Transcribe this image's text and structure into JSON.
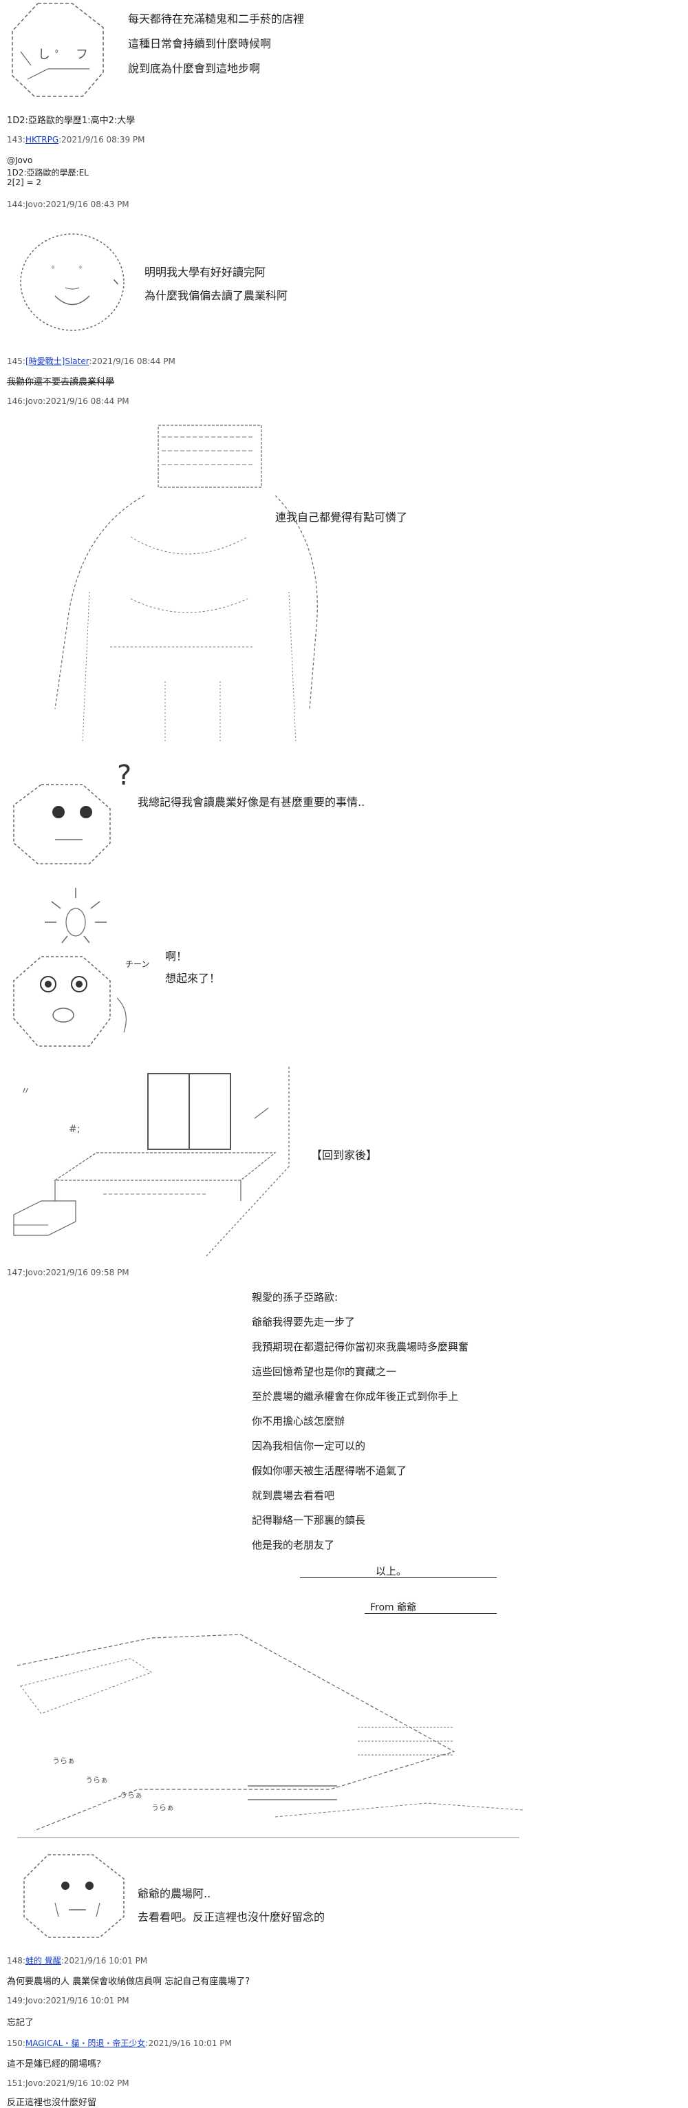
{
  "scene1": {
    "lines": [
      "每天都待在充滿糙鬼和二手菸的店裡",
      "這種日常會持續到什麼時候啊",
      "說到底為什麼會到這地步啊"
    ]
  },
  "thread": {
    "p142_body": "1D2:亞路歐的學歷1:高中2:大學",
    "p143": {
      "num": "143:",
      "name": "HKTRPG",
      "date": "2021/9/16 08:39 PM",
      "body1": "@Jovo",
      "body2": "1D2:亞路歐的學歷:EL",
      "body3": "2[2] = 2"
    },
    "p144": {
      "num": "144:",
      "name": "Jovo",
      "date": "2021/9/16 08:43 PM"
    },
    "p145": {
      "num": "145:",
      "name": "[時愛戰士]Slater",
      "date": "2021/9/16 08:44 PM",
      "body": "我勸你還不要去讀農業科學"
    },
    "p146": {
      "num": "146:",
      "name": "Jovo",
      "date": "2021/9/16 08:44 PM"
    },
    "p147": {
      "num": "147:",
      "name": "Jovo",
      "date": "2021/9/16 09:58 PM"
    },
    "p148": {
      "num": "148:",
      "name": "蛙的 覺醒",
      "date": "2021/9/16 10:01 PM",
      "body": "為何要農場的人 農業保會收納做店員啊 忘記自己有座農場了?"
    },
    "p149": {
      "num": "149:",
      "name": "Jovo",
      "date": "2021/9/16 10:01 PM",
      "body": "忘記了"
    },
    "p150": {
      "num": "150:",
      "name": "MAGICAL・貓・閃退・帝王少女",
      "date": "2021/9/16 10:01 PM",
      "body": "這不是嬸已經的閒場嗎？"
    },
    "p151": {
      "num": "151:",
      "name": "Jovo",
      "date": "2021/9/16 10:02 PM",
      "body": "反正這裡也沒什麼好留"
    }
  },
  "scene2": {
    "lines": [
      "明明我大學有好好讀完阿",
      "為什麼我偏偏去讀了農業科阿"
    ]
  },
  "scene3": {
    "line": "連我自己都覺得有點可憐了"
  },
  "scene4": {
    "line": "我總記得我會讀農業好像是有甚麼重要的事情..",
    "question": "?"
  },
  "scene5": {
    "sfx": "チーン",
    "lines": [
      "啊！",
      "想起來了！"
    ]
  },
  "scene6": {
    "label": "【回到家後】"
  },
  "letter": {
    "lines": [
      "親愛的孫子亞路歐:",
      "爺爺我得要先走一步了",
      "我預期現在都還記得你當初來我農場時多麼興奮",
      "這些回憶希望也是你的寶藏之一",
      "至於農場的繼承權會在你成年後正式到你手上",
      "你不用擔心該怎麼辦",
      "因為我相信你一定可以的",
      "假如你哪天被生活壓得喘不過氣了",
      "就到農場去看看吧",
      "記得聯絡一下那裏的鎮長",
      "他是我的老朋友了"
    ],
    "closing": "以上。",
    "from": "From 爺爺"
  },
  "scene7": {
    "sfx1": "うらぁ",
    "sfx2": "うらぁ",
    "sfx3": "うらぁ",
    "sfx4": "うらぁ"
  },
  "scene8": {
    "lines": [
      "爺爺的農場阿..",
      "去看看吧。反正這裡也沒什麼好留念的"
    ]
  }
}
